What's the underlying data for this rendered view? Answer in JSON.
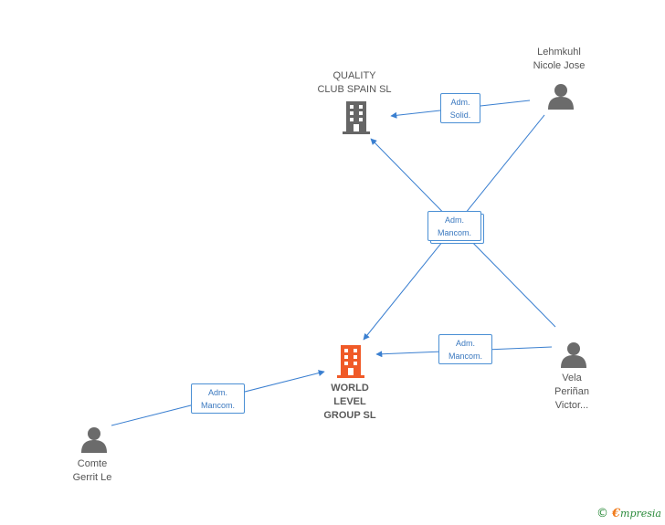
{
  "nodes": {
    "quality_club": {
      "label": "QUALITY\nCLUB SPAIN SL",
      "type": "company",
      "color": "#666666"
    },
    "world_level": {
      "label": "WORLD\nLEVEL\nGROUP SL",
      "type": "company",
      "color": "#f05a28"
    },
    "lehmkuhl": {
      "label": "Lehmkuhl\nNicole Jose",
      "type": "person",
      "color": "#6b6b6b"
    },
    "vela": {
      "label": "Vela\nPeriñan\nVictor...",
      "type": "person",
      "color": "#6b6b6b"
    },
    "comte": {
      "label": "Comte\nGerrit Le",
      "type": "person",
      "color": "#6b6b6b"
    }
  },
  "edges": {
    "lehmkuhl_quality": {
      "line1": "Adm.",
      "line2": "Solid."
    },
    "center_group": {
      "line1": "Adm.",
      "line2": "Mancom."
    },
    "vela_world": {
      "line1": "Adm.",
      "line2": "Mancom."
    },
    "comte_world": {
      "line1": "Adm.",
      "line2": "Mancom."
    }
  },
  "colors": {
    "edge": "#3a7fd0",
    "badge_border": "#4a8fd4"
  },
  "brand": {
    "copyright": "©",
    "initial": "€",
    "name": "mpresia"
  }
}
